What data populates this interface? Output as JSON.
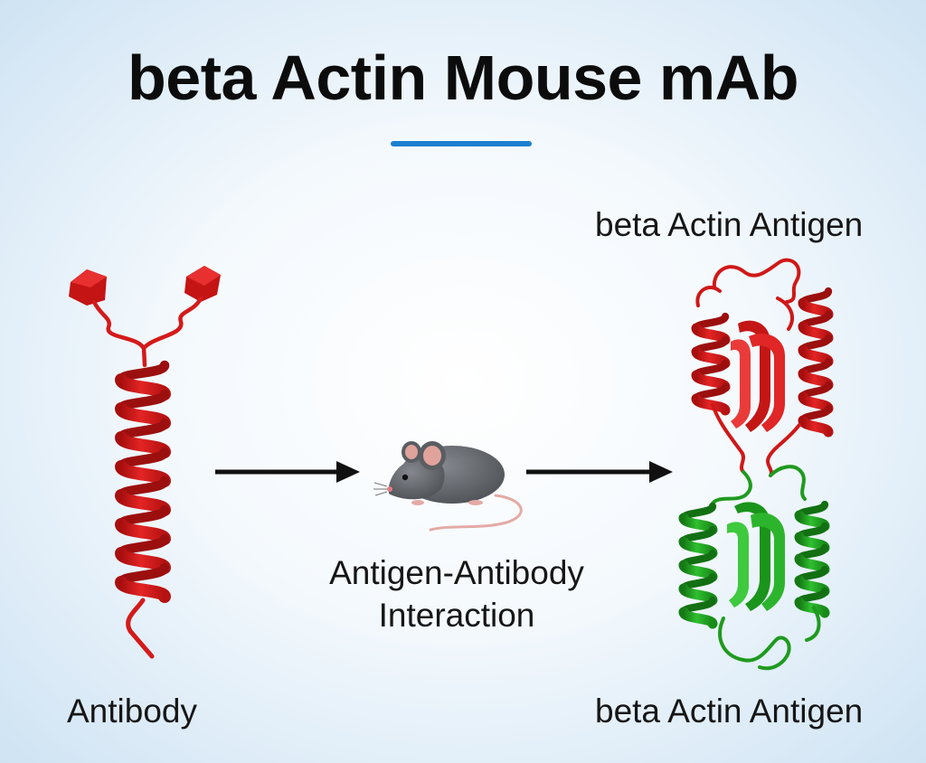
{
  "title": "beta Actin Mouse mAb",
  "labels": {
    "antibody": "Antibody",
    "interaction_line1": "Antigen-Antibody",
    "interaction_line2": "Interaction",
    "antigen_top": "beta Actin Antigen",
    "antigen_bottom": "beta Actin Antigen"
  },
  "colors": {
    "accent": "#1c7fd1",
    "protein_red": "#d81c1c",
    "protein_green": "#23a623",
    "mouse_body": "#606368",
    "mouse_ear": "#e0a39c",
    "arrow": "#111111"
  },
  "icons": [
    "antibody-helix",
    "mouse-icon",
    "antigen-complex"
  ]
}
